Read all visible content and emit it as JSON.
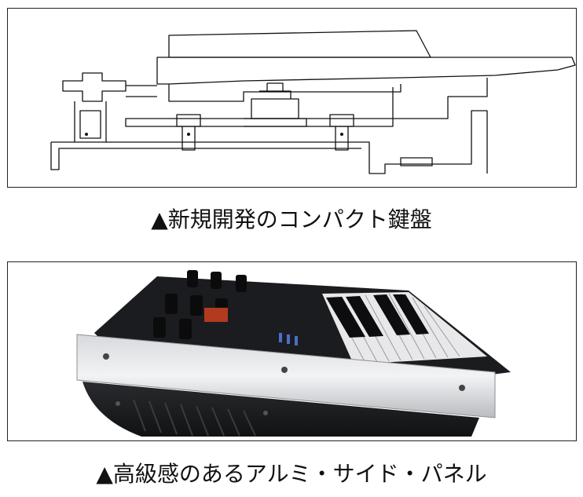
{
  "figures": [
    {
      "image": "keybed-side-line-drawing",
      "caption": "▲新規開発のコンパクト鍵盤"
    },
    {
      "image": "synthesizer-side-photo",
      "caption": "▲高級感のあるアルミ・サイド・パネル"
    }
  ]
}
